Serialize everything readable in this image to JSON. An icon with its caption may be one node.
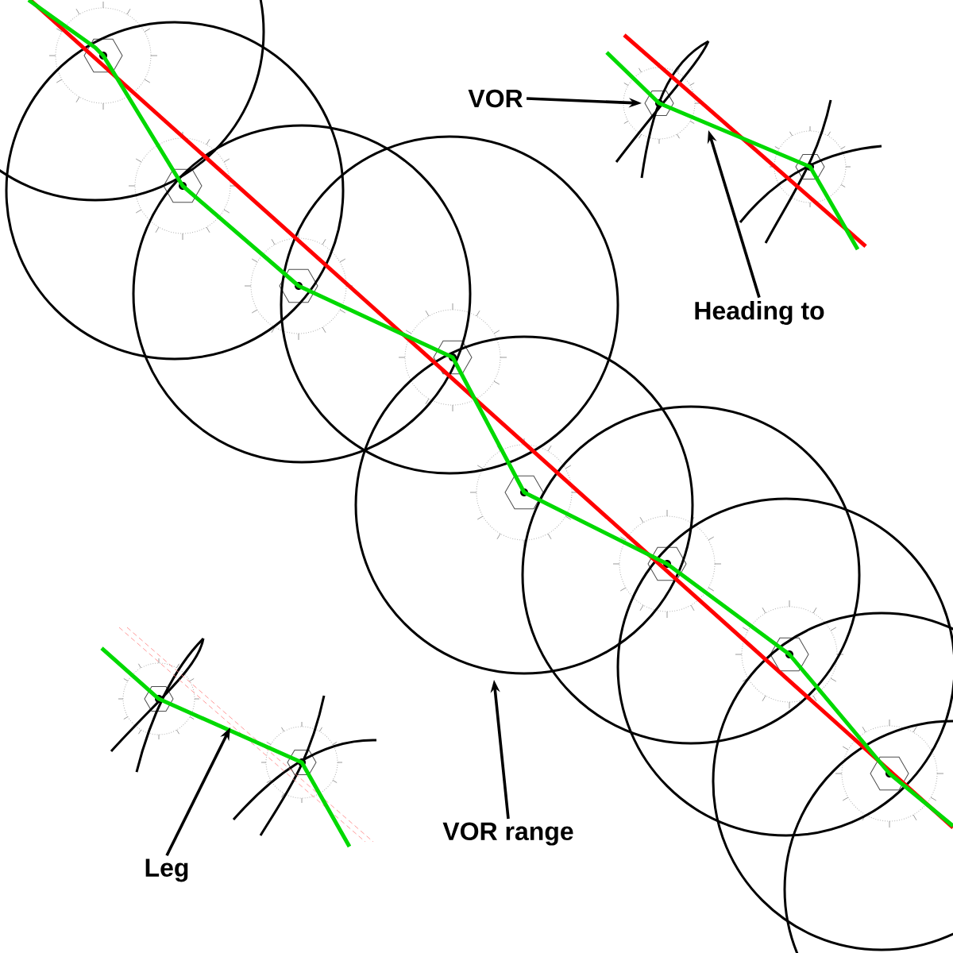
{
  "diagram": {
    "nodes": [
      {
        "text": [
          "VOR"
        ]
      },
      {
        "text": [
          "Heading to"
        ]
      },
      {
        "text": [
          "Leg"
        ]
      },
      {
        "text": [
          "VOR range"
        ]
      }
    ],
    "edges": [
      {
        "from": 0,
        "to": null,
        "arrow": "to"
      },
      {
        "from": 1,
        "to": null,
        "arrow": "to"
      },
      {
        "from": 2,
        "to": null,
        "arrow": "to"
      },
      {
        "from": 3,
        "to": null,
        "arrow": "to"
      }
    ]
  }
}
